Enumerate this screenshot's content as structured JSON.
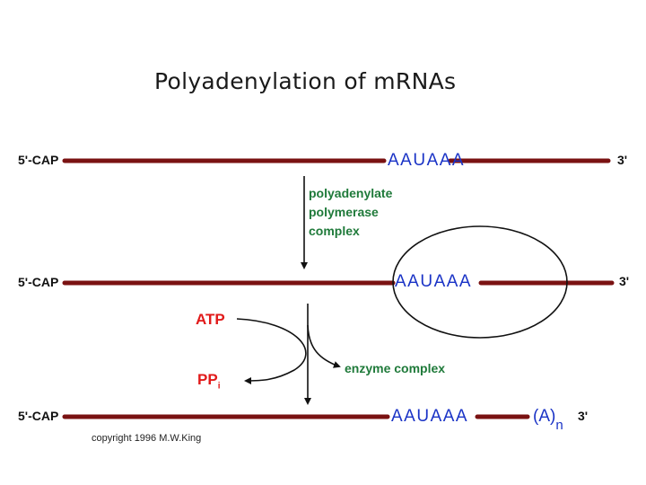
{
  "title": "Polyadenylation of mRNAs",
  "strands": [
    {
      "five_prime": "5'-CAP",
      "signal": "AAUAAA",
      "three_prime": "3'"
    },
    {
      "five_prime": "5'-CAP",
      "signal": "AAUAAA",
      "three_prime": "3'"
    },
    {
      "five_prime": "5'-CAP",
      "signal": "AAUAAA",
      "tail": "(A)",
      "tail_sub": "n",
      "three_prime": "3'"
    }
  ],
  "polymerase_label": [
    "polyadenylate",
    "polymerase",
    "complex"
  ],
  "reaction": {
    "substrate": "ATP",
    "product": "PP",
    "product_sub": "i",
    "enzyme": "enzyme complex"
  },
  "copyright": "copyright 1996 M.W.King",
  "colors": {
    "strand": "#7a1212",
    "signal": "#1a33c6",
    "enzyme_text": "#1f7a3a",
    "reagent_text": "#e11a1a"
  }
}
